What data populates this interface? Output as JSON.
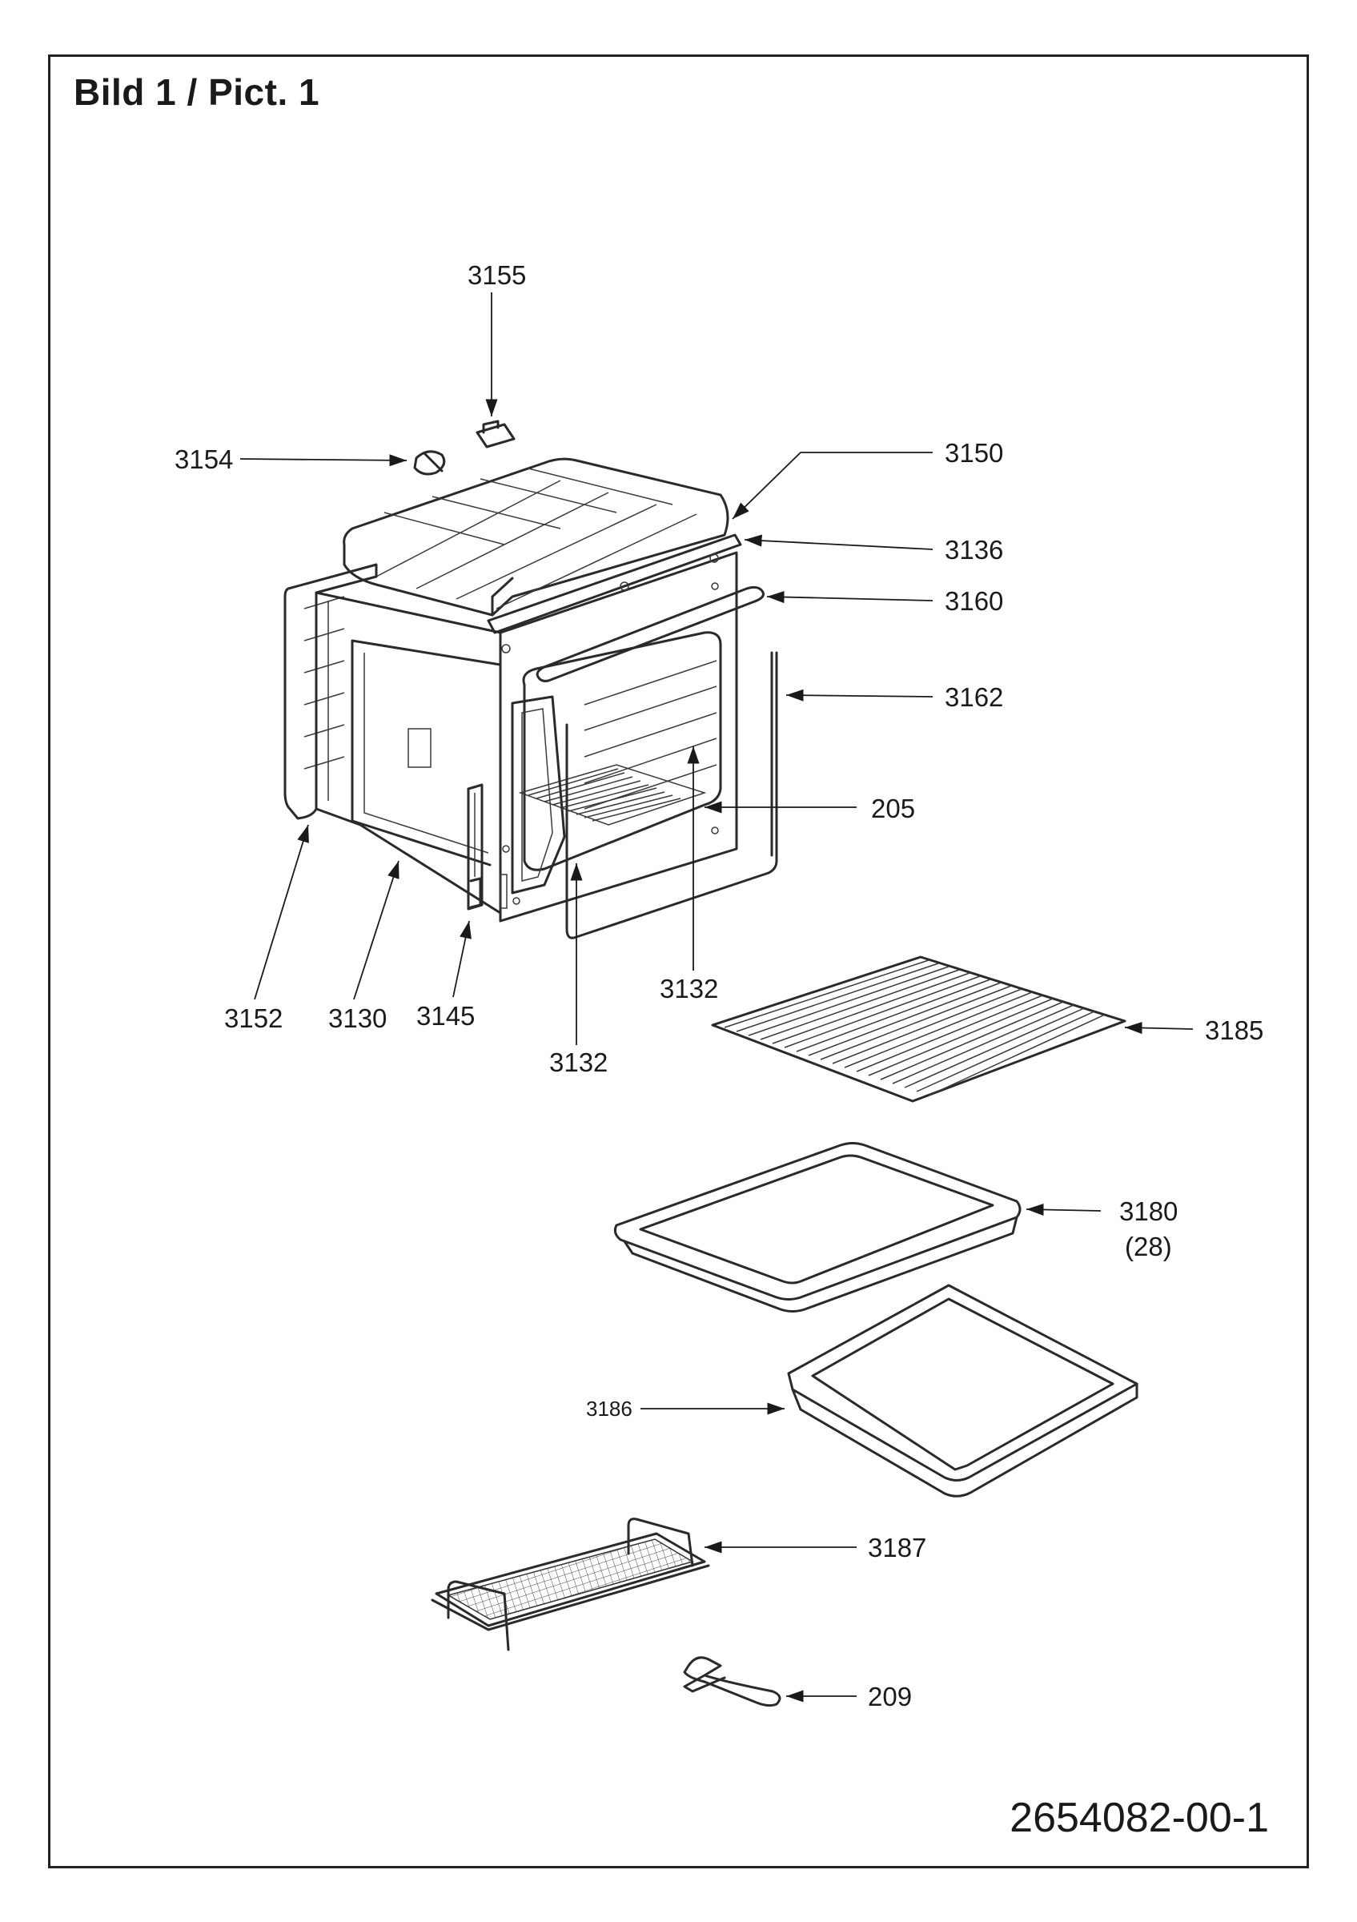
{
  "title": "Bild 1 / Pict. 1",
  "document_number": "2654082-00-1",
  "parts": [
    {
      "id": "3155",
      "label": "3155"
    },
    {
      "id": "3154",
      "label": "3154"
    },
    {
      "id": "3150",
      "label": "3150"
    },
    {
      "id": "3136",
      "label": "3136"
    },
    {
      "id": "3160",
      "label": "3160"
    },
    {
      "id": "3162",
      "label": "3162"
    },
    {
      "id": "205",
      "label": "205"
    },
    {
      "id": "3132a",
      "label": "3132"
    },
    {
      "id": "3152",
      "label": "3152"
    },
    {
      "id": "3130",
      "label": "3130"
    },
    {
      "id": "3145",
      "label": "3145"
    },
    {
      "id": "3132b",
      "label": "3132"
    },
    {
      "id": "3185",
      "label": "3185"
    },
    {
      "id": "3180",
      "label": "3180"
    },
    {
      "id": "3180q",
      "label": "(28)"
    },
    {
      "id": "3186",
      "label": "3186"
    },
    {
      "id": "3187",
      "label": "3187"
    },
    {
      "id": "209",
      "label": "209"
    }
  ]
}
